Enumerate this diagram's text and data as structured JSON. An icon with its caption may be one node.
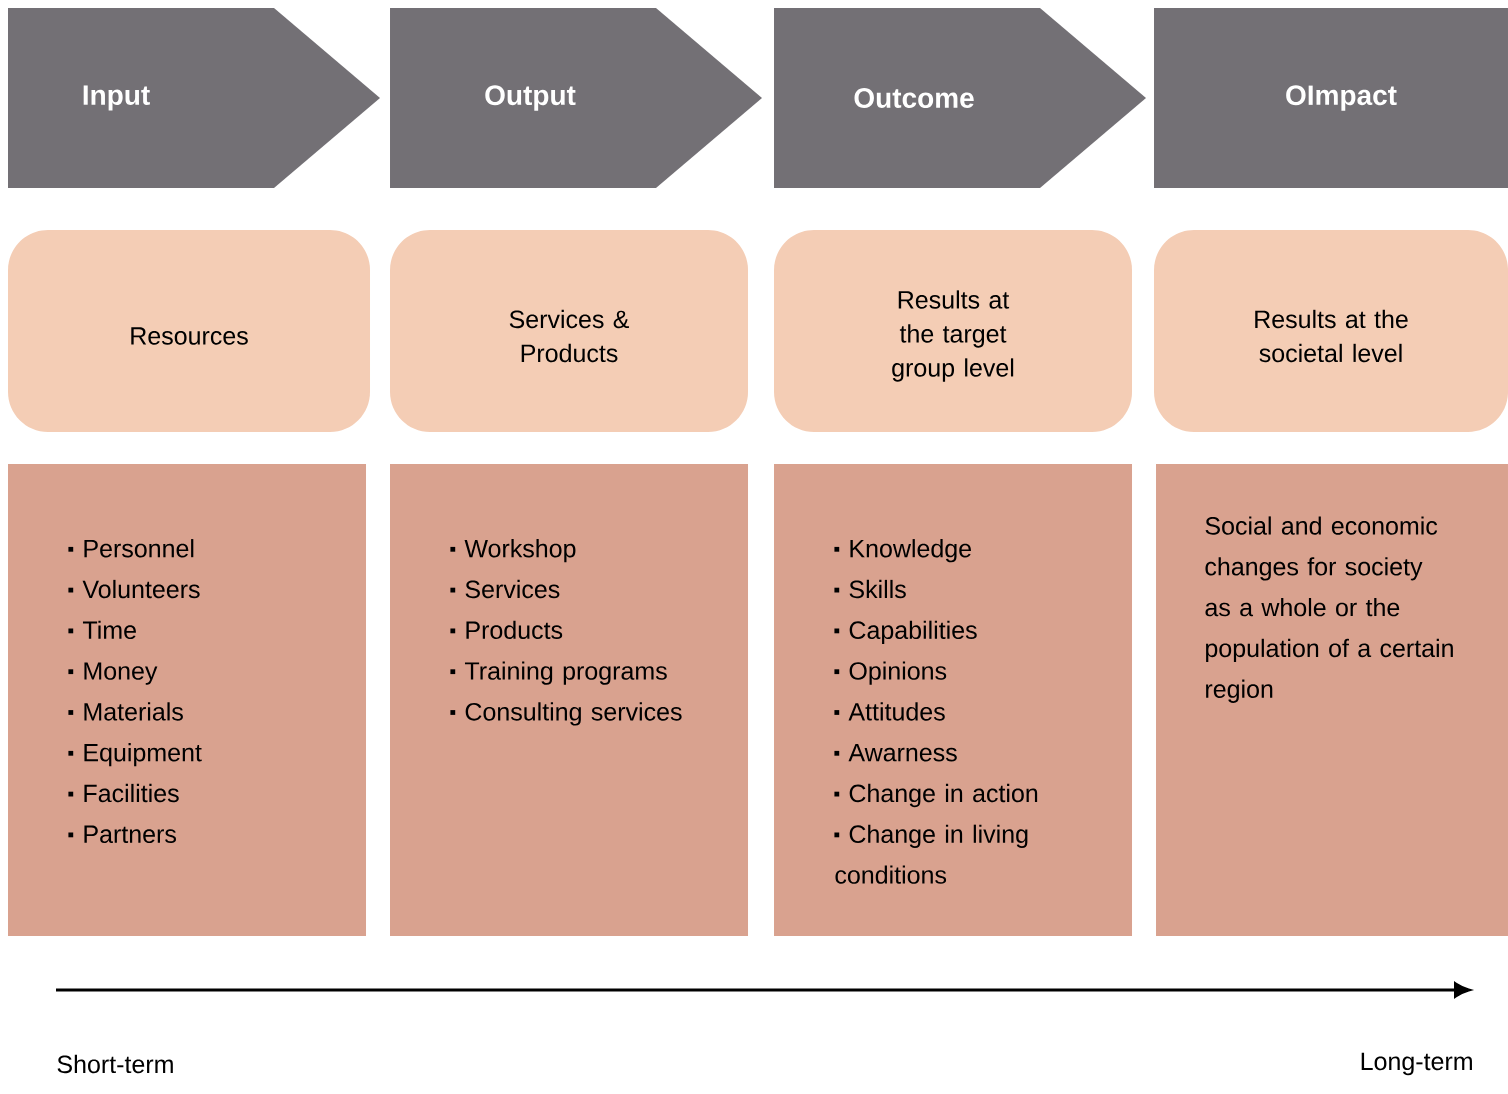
{
  "diagram": {
    "nodes": [
      {
        "text": [
          "Input"
        ]
      },
      {
        "text": [
          "Output"
        ]
      },
      {
        "text": [
          "Outcome"
        ]
      },
      {
        "text": [
          "OImpact"
        ]
      },
      {
        "text": [
          "Resources"
        ]
      },
      {
        "text": [
          "Services & Products"
        ]
      },
      {
        "text": [
          "Results at the target group level"
        ]
      },
      {
        "text": [
          "Results at the societal level"
        ]
      },
      {
        "text": [
          "Personnel",
          "Volunteers",
          "Time",
          "Money",
          "Materials",
          "Equipment",
          "Facilities",
          "Partners"
        ]
      },
      {
        "text": [
          "Workshop",
          "Services",
          "Products",
          "Training programs",
          "Consulting services"
        ]
      },
      {
        "text": [
          "Knowledge",
          "Skills",
          "Capabilities",
          "Opinions",
          "Attitudes",
          "Awarness",
          "Change in action",
          "Change in living conditions"
        ]
      },
      {
        "text": [
          "Social and economic changes for society as a whole or the population of a certain region"
        ]
      }
    ],
    "labels": [
      "Short-term",
      "Long-term"
    ]
  }
}
